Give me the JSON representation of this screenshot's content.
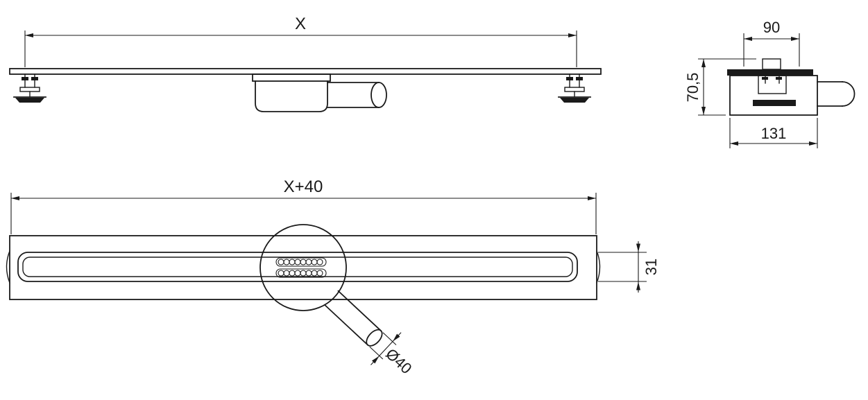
{
  "drawing": {
    "labels": {
      "side_length": "X",
      "end_top_width": "90",
      "end_height": "70,5",
      "end_bottom_width": "131",
      "top_length": "X+40",
      "top_channel_width": "31",
      "pipe_diameter": "Ø40"
    },
    "colors": {
      "line": "#1a1a1a",
      "background": "#ffffff"
    }
  }
}
